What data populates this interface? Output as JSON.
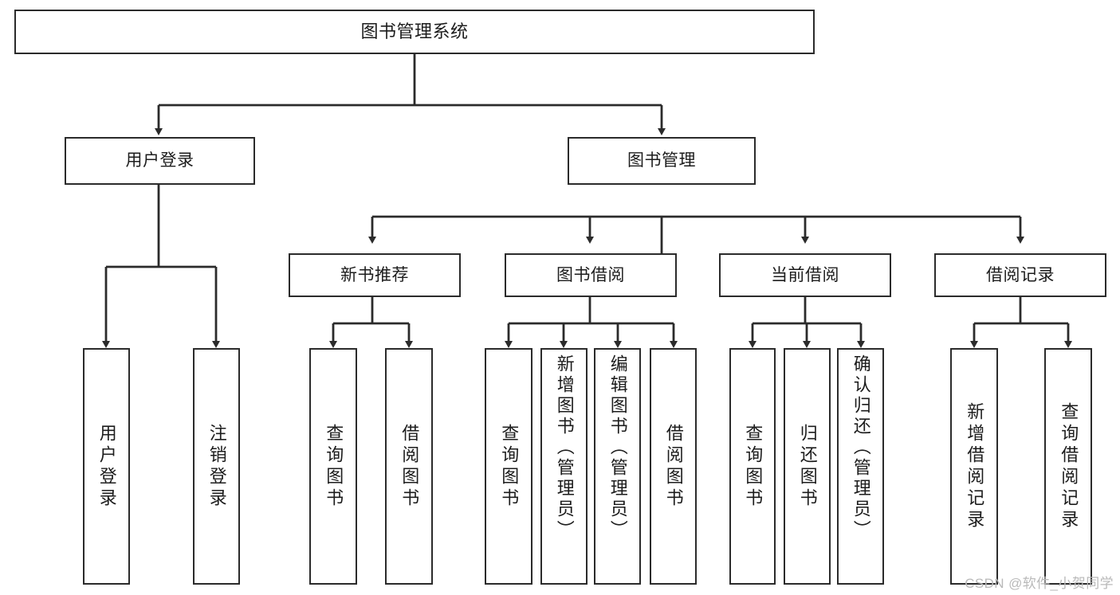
{
  "diagram": {
    "title": "图书管理系统",
    "type": "功能结构图",
    "root": {
      "label": "图书管理系统"
    },
    "level2": [
      {
        "label": "用户登录"
      },
      {
        "label": "图书管理"
      }
    ],
    "level3": [
      {
        "label": "新书推荐"
      },
      {
        "label": "图书借阅"
      },
      {
        "label": "当前借阅"
      },
      {
        "label": "借阅记录"
      }
    ],
    "leaves": {
      "user_login": [
        {
          "label": "用户登录"
        },
        {
          "label": "注销登录"
        }
      ],
      "new_book_recommend": [
        {
          "label": "查询图书"
        },
        {
          "label": "借阅图书"
        }
      ],
      "book_borrow": [
        {
          "label": "查询图书"
        },
        {
          "label": "新增图书（管理员）"
        },
        {
          "label": "编辑图书（管理员）"
        },
        {
          "label": "借阅图书"
        }
      ],
      "current_borrow": [
        {
          "label": "查询图书"
        },
        {
          "label": "归还图书"
        },
        {
          "label": "确认归还（管理员）"
        }
      ],
      "borrow_record": [
        {
          "label": "新增借阅记录"
        },
        {
          "label": "查询借阅记录"
        }
      ]
    }
  },
  "watermark": {
    "text": "CSDN @软件_小贺同学"
  },
  "colors": {
    "stroke": "#2b2b2b",
    "fill": "#ffffff",
    "text": "#1c1c1c",
    "watermark": "#b9b9b9"
  }
}
